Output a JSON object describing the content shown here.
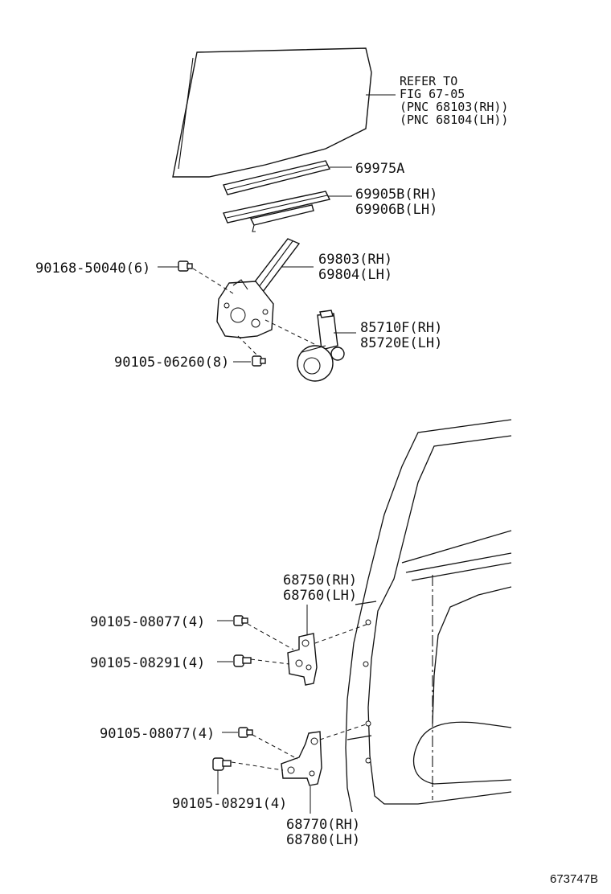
{
  "callouts": {
    "refer": [
      "REFER TO",
      "FIG 67-05",
      "(PNC 68103(RH))",
      "(PNC 68104(LH))"
    ],
    "run_channel": "69975A",
    "channel_rh": "69905B(RH)",
    "channel_lh": "69906B(LH)",
    "bolt_a": "90168-50040(6)",
    "regulator_rh": "69803(RH)",
    "regulator_lh": "69804(LH)",
    "motor_rh": "85710F(RH)",
    "motor_lh": "85720E(LH)",
    "bolt_b": "90105-06260(8)",
    "upper_hinge_rh": "68750(RH)",
    "upper_hinge_lh": "68760(LH)",
    "bolt_c": "90105-08077(4)",
    "bolt_d": "90105-08291(4)",
    "bolt_e": "90105-08077(4)",
    "bolt_f": "90105-08291(4)",
    "lower_hinge_rh": "68770(RH)",
    "lower_hinge_lh": "68780(LH)"
  },
  "illustration_id": "673747B"
}
